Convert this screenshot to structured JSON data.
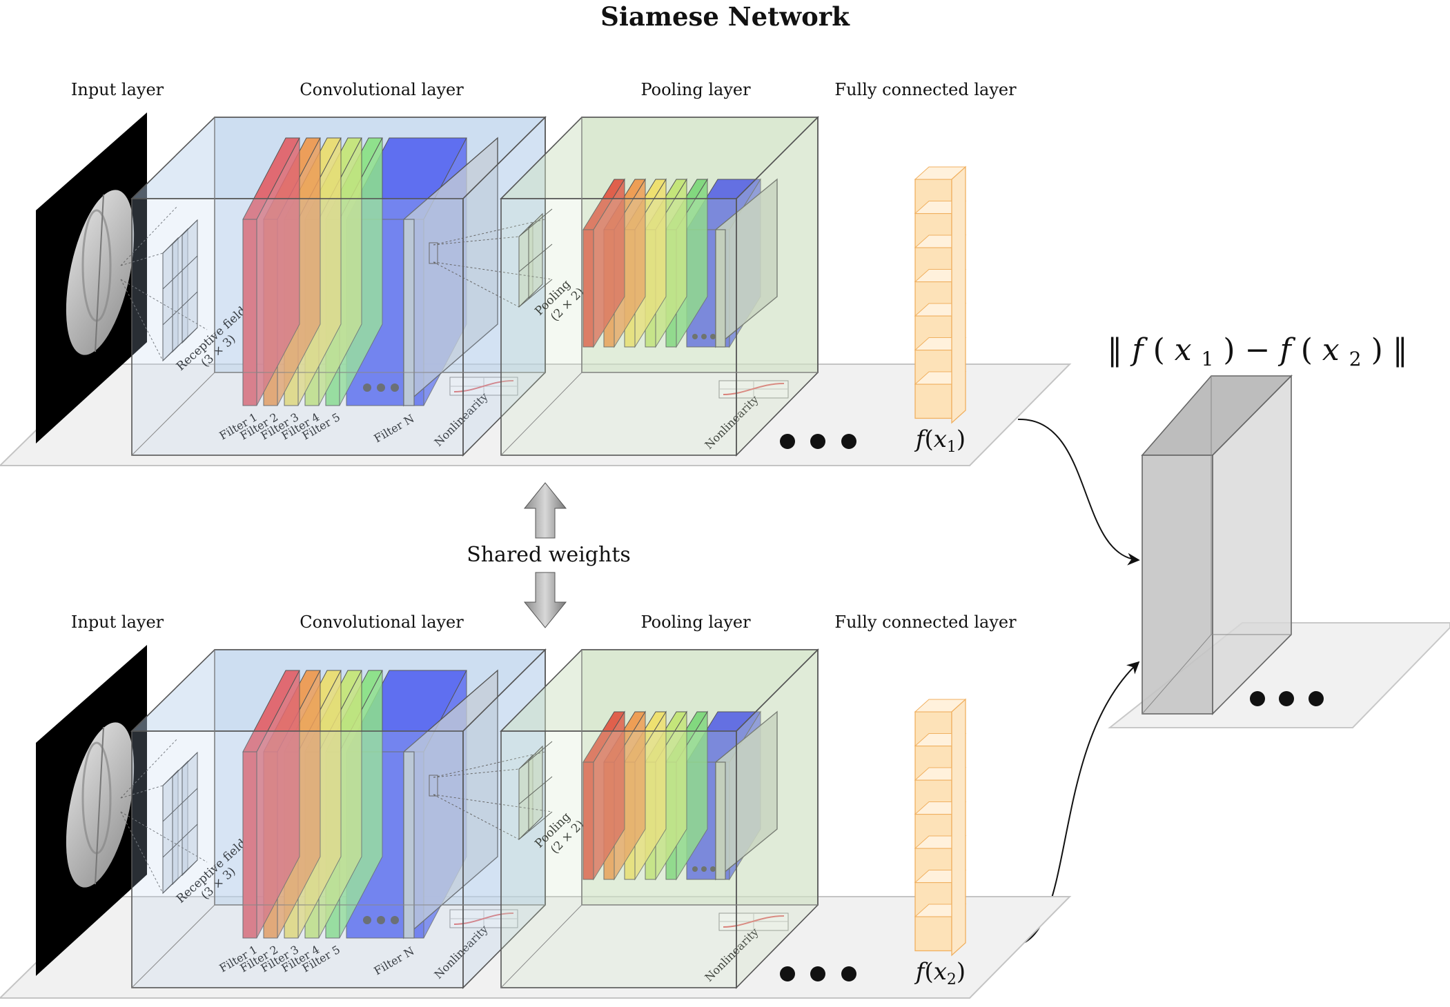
{
  "title": "Siamese Network",
  "branches": [
    {
      "id": "top",
      "input_label": "Input layer",
      "conv_label": "Convolutional layer",
      "pool_label": "Pooling layer",
      "fc_label": "Fully connected layer",
      "receptive_field": "Receptive field",
      "receptive_size": "(3 × 3)",
      "filters": [
        "Filter 1",
        "Filter 2",
        "Filter 3",
        "Filter 4",
        "Filter 5"
      ],
      "filter_n": "Filter N",
      "nonlinearity": "Nonlinearity",
      "pooling": "Pooling",
      "pooling_size": "(2 × 2)",
      "output_fn": "f",
      "output_var": "x",
      "output_sub": "1"
    },
    {
      "id": "bottom",
      "input_label": "Input layer",
      "conv_label": "Convolutional layer",
      "pool_label": "Pooling layer",
      "fc_label": "Fully connected layer",
      "receptive_field": "Receptive field",
      "receptive_size": "(3 × 3)",
      "filters": [
        "Filter 1",
        "Filter 2",
        "Filter 3",
        "Filter 4",
        "Filter 5"
      ],
      "filter_n": "Filter N",
      "nonlinearity": "Nonlinearity",
      "pooling": "Pooling",
      "pooling_size": "(2 × 2)",
      "output_fn": "f",
      "output_var": "x",
      "output_sub": "2"
    }
  ],
  "shared_weights": "Shared weights",
  "distance": {
    "open": "‖",
    "fn": "f",
    "var": "x",
    "sub1": "1",
    "sub2": "2",
    "minus": "−",
    "close": "‖"
  },
  "colors": {
    "conv_box": "#b9d1ec",
    "pool_box": "#cfe2c4",
    "filters": [
      "#e06a72",
      "#ec9e5a",
      "#e9dd77",
      "#c6e57f",
      "#8fe18c",
      "#5f6ff0"
    ],
    "pool_filters": [
      "#e0604c",
      "#ee9e55",
      "#eee070",
      "#c4e57a",
      "#82d87f",
      "#6470e2"
    ],
    "fc": "#fde2b8",
    "fc_edge": "#f0b060"
  }
}
